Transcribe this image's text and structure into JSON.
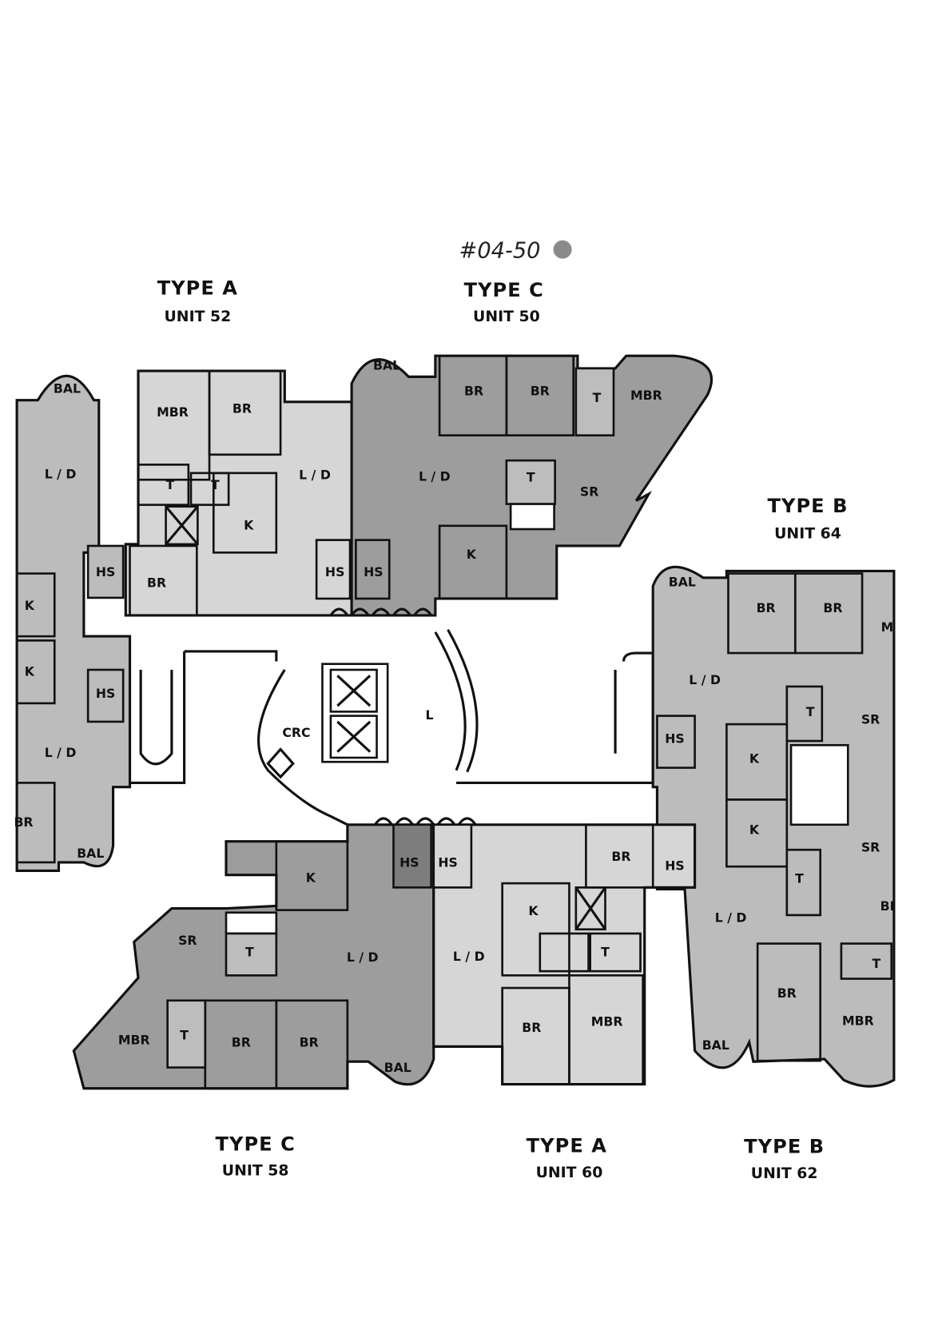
{
  "plan": {
    "reference": "#04-50",
    "marker_color": "#8a8a8a",
    "colors": {
      "type_c": "#9d9d9d",
      "type_b": "#bcbcbc",
      "type_a": "#d6d6d6"
    }
  },
  "units": [
    {
      "type": "TYPE A",
      "unit": "UNIT 52"
    },
    {
      "type": "TYPE C",
      "unit": "UNIT 50"
    },
    {
      "type": "TYPE B",
      "unit": "UNIT 64"
    },
    {
      "type": "TYPE C",
      "unit": "UNIT 58"
    },
    {
      "type": "TYPE A",
      "unit": "UNIT 60"
    },
    {
      "type": "TYPE B",
      "unit": "UNIT 62"
    }
  ],
  "rooms": {
    "left": [
      "BAL",
      "L / D",
      "HS",
      "K",
      "K",
      "HS",
      "L / D",
      "BR",
      "BAL"
    ],
    "u52": [
      "MBR",
      "BR",
      "T",
      "T",
      "K",
      "BR",
      "L / D",
      "HS"
    ],
    "u50": [
      "BAL",
      "BR",
      "BR",
      "T",
      "MBR",
      "L / D",
      "T",
      "SR",
      "K",
      "HS"
    ],
    "core": [
      "CRC",
      "L"
    ],
    "u64": [
      "BAL",
      "BR",
      "BR",
      "M",
      "L / D",
      "T",
      "SR",
      "HS",
      "K",
      "K",
      "SR",
      "L / D",
      "T",
      "BI",
      "BR",
      "T",
      "MBR",
      "BAL"
    ],
    "u58": [
      "K",
      "HS",
      "HS",
      "SR",
      "T",
      "L / D",
      "T",
      "MBR",
      "BR",
      "BR",
      "BAL"
    ],
    "u60": [
      "BR",
      "HS",
      "K",
      "T",
      "L / D",
      "BR",
      "MBR"
    ]
  }
}
